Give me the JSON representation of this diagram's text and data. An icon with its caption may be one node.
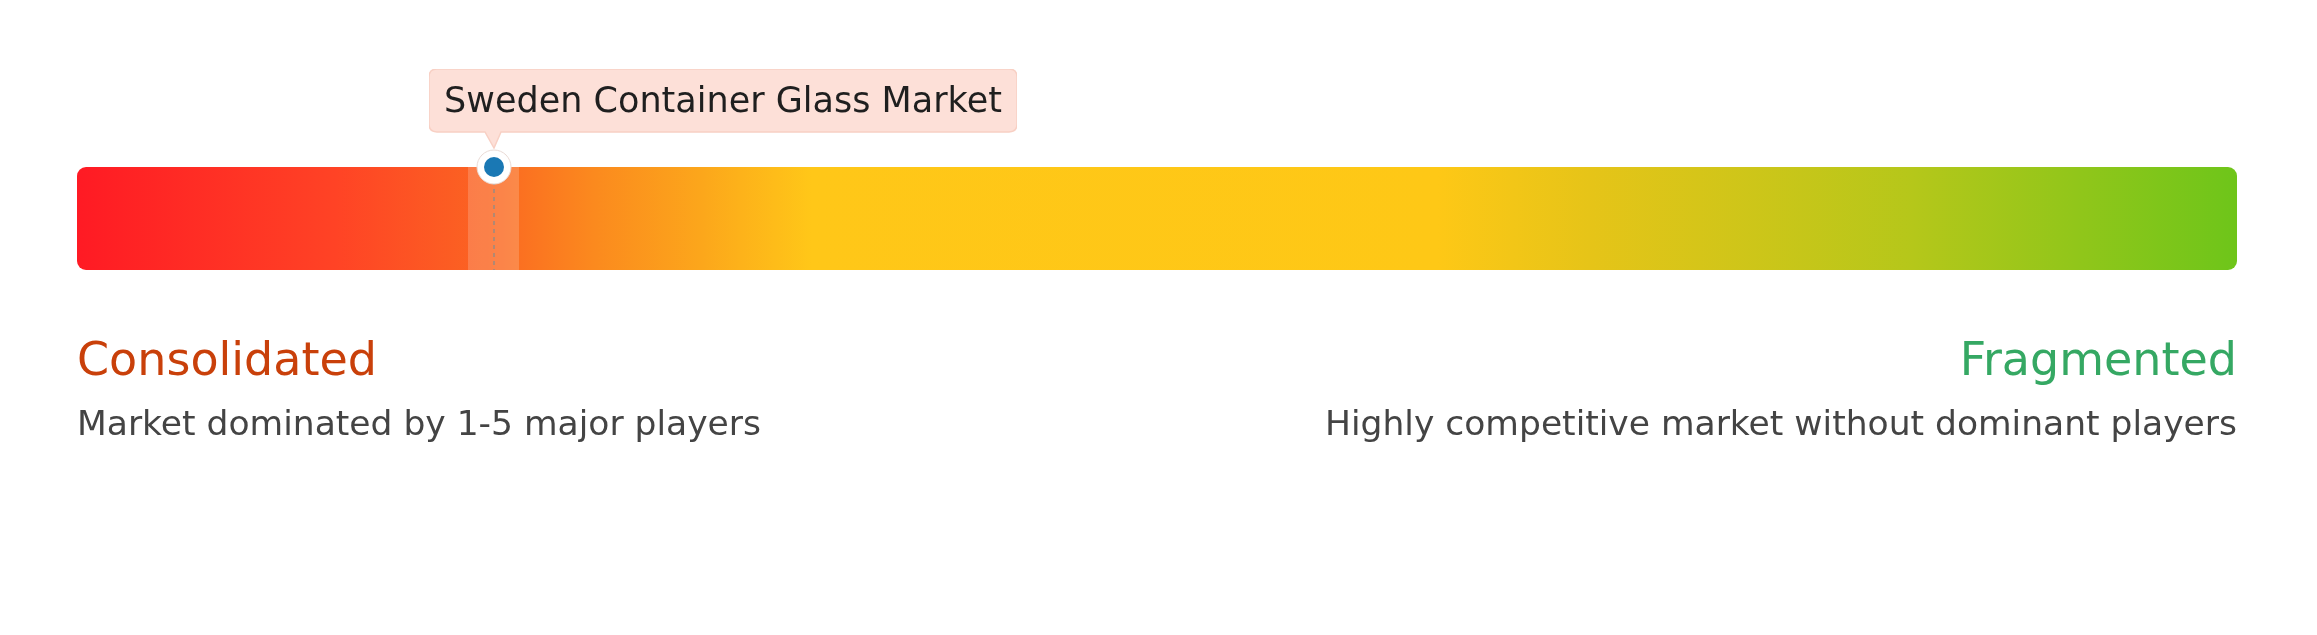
{
  "diagram": {
    "nodes": [
      {
        "text": [
          "Sweden Container Glass Market"
        ]
      }
    ],
    "labels": [
      "Consolidated",
      "Market dominated by 1-5 major players",
      "Fragmented",
      "Highly competitive market without dominant players"
    ]
  }
}
